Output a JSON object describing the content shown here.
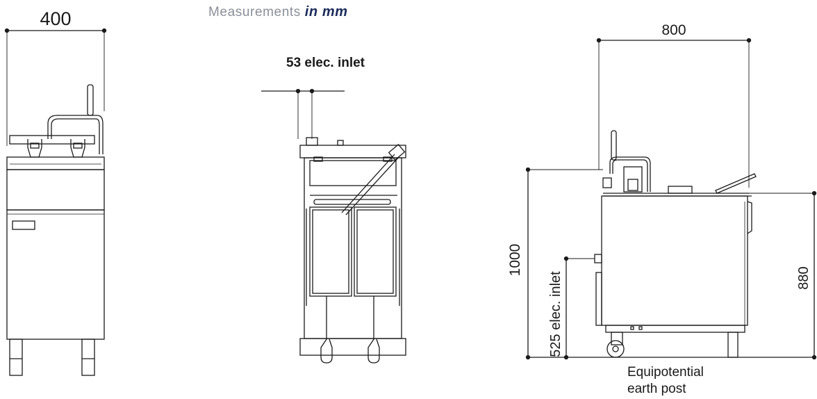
{
  "header": {
    "prefix": "Measurements",
    "unit": "in mm"
  },
  "front_view": {
    "width_label": "400"
  },
  "inlet_view": {
    "inlet_label": "53 elec. inlet"
  },
  "side_view": {
    "depth_label": "800",
    "height_label": "1000",
    "work_height_label": "880",
    "inlet_height_label": "525 elec. inlet",
    "earth_post_line1": "Equipotential",
    "earth_post_line2": "earth post"
  },
  "colors": {
    "line": "#1a1a1a",
    "header_gray": "#8b8f99",
    "header_accent": "#1b2b5b"
  }
}
